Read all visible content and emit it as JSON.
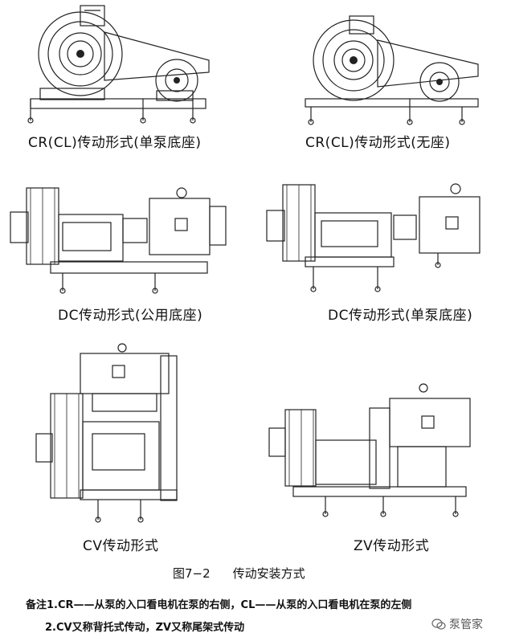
{
  "panels": [
    {
      "id": "cr-single",
      "caption": "CR(CL)传动形式(单泵底座)"
    },
    {
      "id": "cr-none",
      "caption": "CR(CL)传动形式(无座)"
    },
    {
      "id": "dc-shared",
      "caption": "DC传动形式(公用底座)"
    },
    {
      "id": "dc-single",
      "caption": "DC传动形式(单泵底座)"
    },
    {
      "id": "cv",
      "caption": "CV传动形式"
    },
    {
      "id": "zv",
      "caption": "ZV传动形式"
    }
  ],
  "figure": {
    "number": "图7−2",
    "title": "传动安装方式"
  },
  "notes": {
    "line1": "备注1.CR——从泵的入口看电机在泵的右侧，CL——从泵的入口看电机在泵的左侧",
    "line2": "2.CV又称背托式传动，ZV又称尾架式传动"
  },
  "watermark": {
    "text": "泵管家"
  }
}
